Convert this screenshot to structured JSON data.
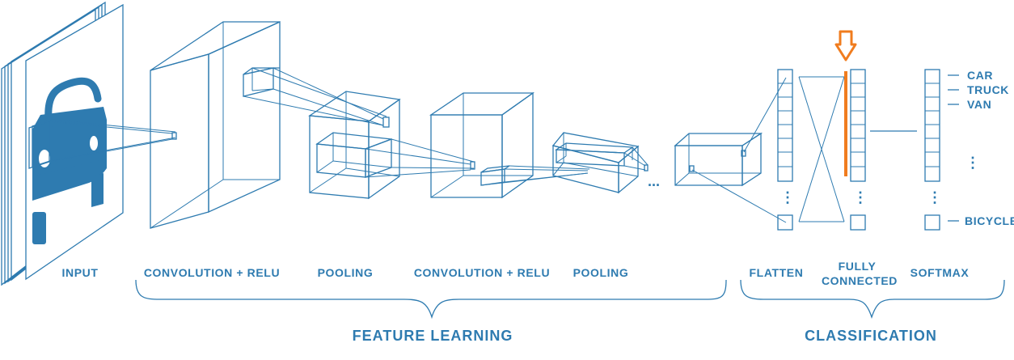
{
  "labels": {
    "input": "INPUT",
    "conv1": "CONVOLUTION + RELU",
    "pool1": "POOLING",
    "conv2": "CONVOLUTION + RELU",
    "pool2": "POOLING",
    "flatten": "FLATTEN",
    "fc_line1": "FULLY",
    "fc_line2": "CONNECTED",
    "softmax": "SOFTMAX"
  },
  "groups": {
    "feature_learning": "FEATURE LEARNING",
    "classification": "CLASSIFICATION"
  },
  "outputs": {
    "car": "CAR",
    "truck": "TRUCK",
    "van": "VAN",
    "bicycle": "BICYCLE"
  },
  "colors": {
    "primary": "#2e7bb0",
    "highlight": "#f07c1e"
  },
  "highlight_icon": "down-arrow-icon"
}
